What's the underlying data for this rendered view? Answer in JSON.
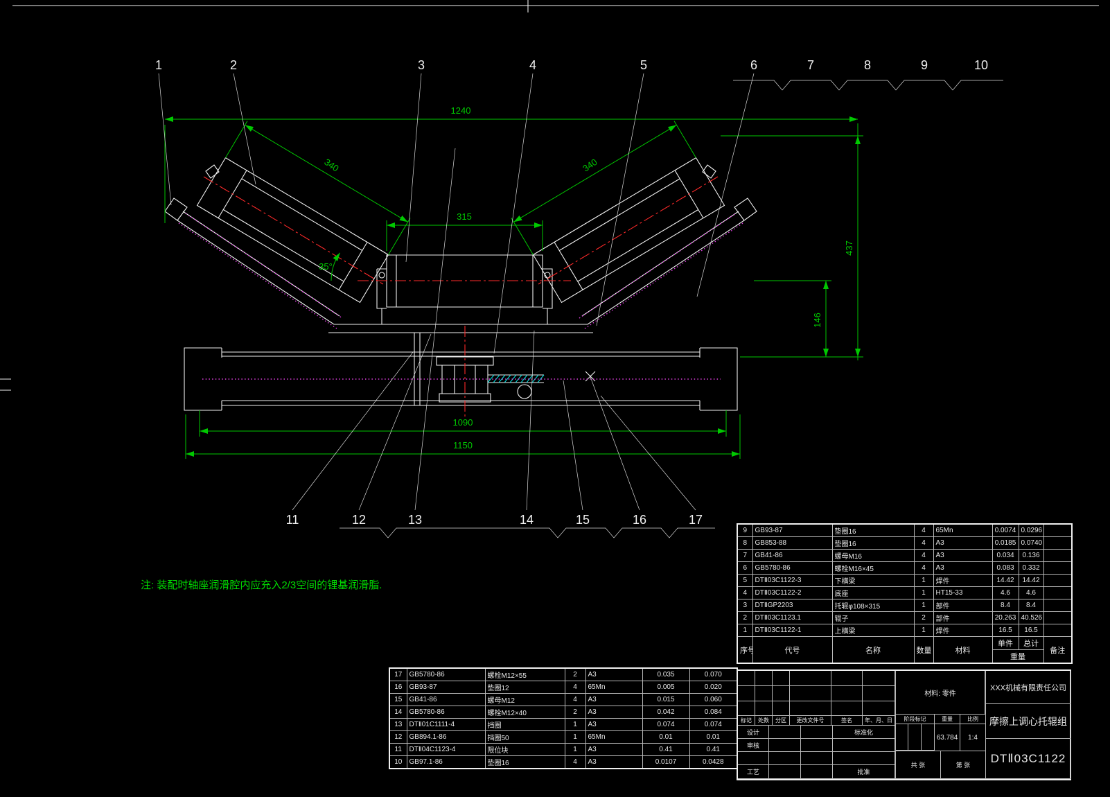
{
  "colors": {
    "background": "#000000",
    "line": "#f0f0f0",
    "text": "#e8e8e8",
    "table_line": "#b8b8b8",
    "dimension": "#00c800",
    "centerline": "#ff2a2a",
    "phantom": "#e040e0",
    "hatch": "#00e5e5",
    "note": "#00dc00"
  },
  "callouts": {
    "top": [
      "1",
      "2",
      "3",
      "4",
      "5",
      "6",
      "7",
      "8",
      "9",
      "10"
    ],
    "bottom": [
      "11",
      "12",
      "13",
      "14",
      "15",
      "16",
      "17"
    ]
  },
  "dimensions": {
    "overall_width": "1240",
    "left_roller_length": "340",
    "center_roller_length": "315",
    "right_roller_length": "340",
    "overall_height": "437",
    "axis_height": "146",
    "inner_span": "1090",
    "outer_span": "1150",
    "trough_angle": "35°"
  },
  "note": "注: 装配时轴座润滑腔内应充入2/3空间的锂基润滑脂.",
  "bom_upper": {
    "headers": {
      "no": "序号",
      "code": "代号",
      "name": "名称",
      "qty": "数量",
      "material": "材料",
      "weight": "重量",
      "unit": "单件",
      "total": "总计",
      "remark": "备注"
    },
    "rows": [
      {
        "no": "9",
        "code": "GB93-87",
        "name": "垫圈16",
        "qty": "4",
        "material": "65Mn",
        "unit": "0.0074",
        "total": "0.0296",
        "remark": ""
      },
      {
        "no": "8",
        "code": "GB853-88",
        "name": "垫圈16",
        "qty": "4",
        "material": "A3",
        "unit": "0.0185",
        "total": "0.0740",
        "remark": ""
      },
      {
        "no": "7",
        "code": "GB41-86",
        "name": "螺母M16",
        "qty": "4",
        "material": "A3",
        "unit": "0.034",
        "total": "0.136",
        "remark": ""
      },
      {
        "no": "6",
        "code": "GB5780-86",
        "name": "螺栓M16×45",
        "qty": "4",
        "material": "A3",
        "unit": "0.083",
        "total": "0.332",
        "remark": ""
      },
      {
        "no": "5",
        "code": "DTⅡ03C1122-3",
        "name": "下横梁",
        "qty": "1",
        "material": "焊件",
        "unit": "14.42",
        "total": "14.42",
        "remark": ""
      },
      {
        "no": "4",
        "code": "DTⅡ03C1122-2",
        "name": "底座",
        "qty": "1",
        "material": "HT15-33",
        "unit": "4.6",
        "total": "4.6",
        "remark": ""
      },
      {
        "no": "3",
        "code": "DTⅡGP2203",
        "name": "托辊φ108×315",
        "qty": "1",
        "material": "部件",
        "unit": "8.4",
        "total": "8.4",
        "remark": ""
      },
      {
        "no": "2",
        "code": "DTⅡ03C1123.1",
        "name": "辊子",
        "qty": "2",
        "material": "部件",
        "unit": "20.263",
        "total": "40.526",
        "remark": ""
      },
      {
        "no": "1",
        "code": "DTⅡ03C1122-1",
        "name": "上横梁",
        "qty": "1",
        "material": "焊件",
        "unit": "16.5",
        "total": "16.5",
        "remark": ""
      }
    ]
  },
  "bom_lower": {
    "rows": [
      {
        "no": "17",
        "code": "GB5780-86",
        "name": "螺栓M12×55",
        "qty": "2",
        "material": "A3",
        "unit": "0.035",
        "total": "0.070"
      },
      {
        "no": "16",
        "code": "GB93-87",
        "name": "垫圈12",
        "qty": "4",
        "material": "65Mn",
        "unit": "0.005",
        "total": "0.020"
      },
      {
        "no": "15",
        "code": "GB41-86",
        "name": "螺母M12",
        "qty": "4",
        "material": "A3",
        "unit": "0.015",
        "total": "0.060"
      },
      {
        "no": "14",
        "code": "GB5780-86",
        "name": "螺栓M12×40",
        "qty": "2",
        "material": "A3",
        "unit": "0.042",
        "total": "0.084"
      },
      {
        "no": "13",
        "code": "DTⅡ01C1111-4",
        "name": "挡圈",
        "qty": "1",
        "material": "A3",
        "unit": "0.074",
        "total": "0.074"
      },
      {
        "no": "12",
        "code": "GB894.1-86",
        "name": "挡圈50",
        "qty": "1",
        "material": "65Mn",
        "unit": "0.01",
        "total": "0.01"
      },
      {
        "no": "11",
        "code": "DTⅡ04C1123-4",
        "name": "限位块",
        "qty": "1",
        "material": "A3",
        "unit": "0.41",
        "total": "0.41"
      },
      {
        "no": "10",
        "code": "GB97.1-86",
        "name": "垫圈16",
        "qty": "4",
        "material": "A3",
        "unit": "0.0107",
        "total": "0.0428"
      }
    ]
  },
  "title_block": {
    "company": "XXX机械有限责任公司",
    "product": "摩擦上调心托辊组",
    "drawing_no": "DTⅡ03C1122",
    "material_note": "材料: 零件",
    "weight_value": "63.784",
    "scale_value": "1:4",
    "labels": {
      "mark": "标记",
      "count": "处数",
      "zone": "分区",
      "change_file": "更改文件号",
      "signature": "签名",
      "date": "年、月、日",
      "design": "设计",
      "check": "审核",
      "process": "工艺",
      "standardize": "标准化",
      "approve": "批准",
      "stage_mark": "阶段标记",
      "weight": "重量",
      "scale": "比例",
      "sheet_total": "共 张",
      "sheet_no": "第 张"
    }
  }
}
